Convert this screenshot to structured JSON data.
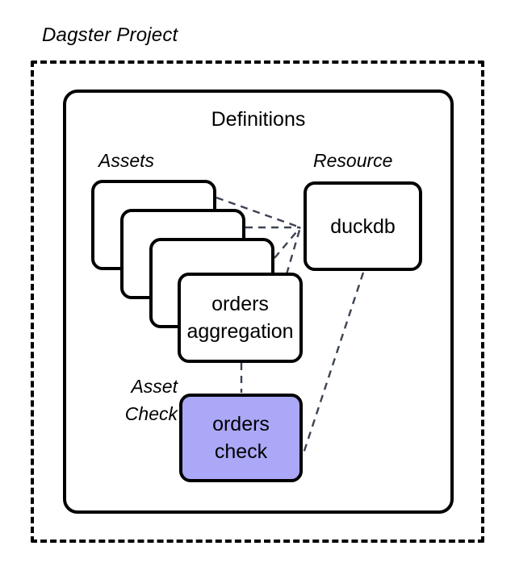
{
  "diagram": {
    "title": "Dagster Project",
    "container": {
      "label": "Definitions"
    },
    "groups": {
      "assets_label": "Assets",
      "resource_label": "Resource",
      "asset_check_label": "Asset Check"
    },
    "nodes": {
      "asset_card_1": "",
      "asset_card_2": "",
      "asset_card_3": "",
      "asset_card_4": "orders aggregation",
      "resource": "duckdb",
      "asset_check": "orders check"
    },
    "colors": {
      "stroke": "#000000",
      "background": "#ffffff",
      "asset_check_fill": "#aba8f8",
      "connector": "#3b4252"
    },
    "edges": [
      {
        "from": "asset_card_1",
        "to": "resource",
        "style": "dashed"
      },
      {
        "from": "asset_card_2",
        "to": "resource",
        "style": "dashed"
      },
      {
        "from": "asset_card_3",
        "to": "resource",
        "style": "dashed"
      },
      {
        "from": "asset_card_4",
        "to": "resource",
        "style": "dashed"
      },
      {
        "from": "asset_card_4",
        "to": "asset_check",
        "style": "dashed"
      },
      {
        "from": "resource",
        "to": "asset_check",
        "style": "dashed"
      }
    ]
  }
}
